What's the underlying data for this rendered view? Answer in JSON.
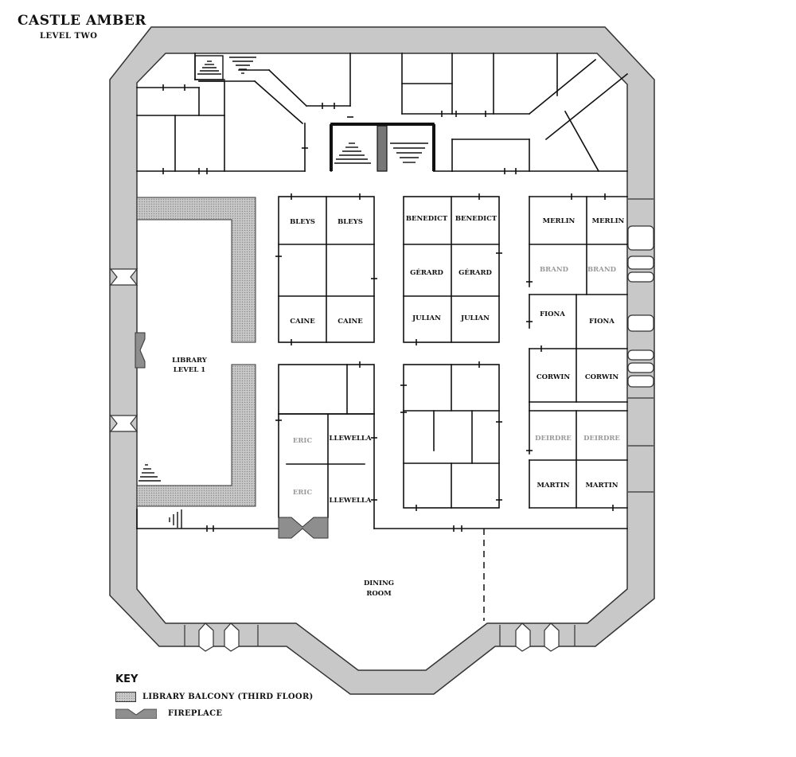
{
  "title": "CASTLE AMBER",
  "subtitle": "LEVEL TWO",
  "rooms": {
    "bleys": "BLEYS",
    "caine": "CAINE",
    "benedict": "BENEDICT",
    "gerard": "GÉRARD",
    "julian": "JULIAN",
    "merlin": "MERLIN",
    "brand": "BRAND",
    "fiona": "FIONA",
    "corwin": "CORWIN",
    "deirdre": "DEIRDRE",
    "martin": "MARTIN",
    "eric": "ERIC",
    "llewella": "LLEWELLA",
    "library_line1": "LIBRARY",
    "library_line2": "LEVEL 1",
    "dining_line1": "DINING",
    "dining_line2": "ROOM"
  },
  "key": {
    "heading": "KEY",
    "balcony_label": "LIBRARY BALCONY (THIRD FLOOR)",
    "fireplace_label": "FIREPLACE"
  },
  "colors": {
    "wall_fill": "#c8c8c8",
    "wall_stroke": "#333333",
    "line": "#111111",
    "balcony": "#c8c8c8",
    "fireplace": "#8e8e8e",
    "faded_label": "#9a9a9a"
  }
}
